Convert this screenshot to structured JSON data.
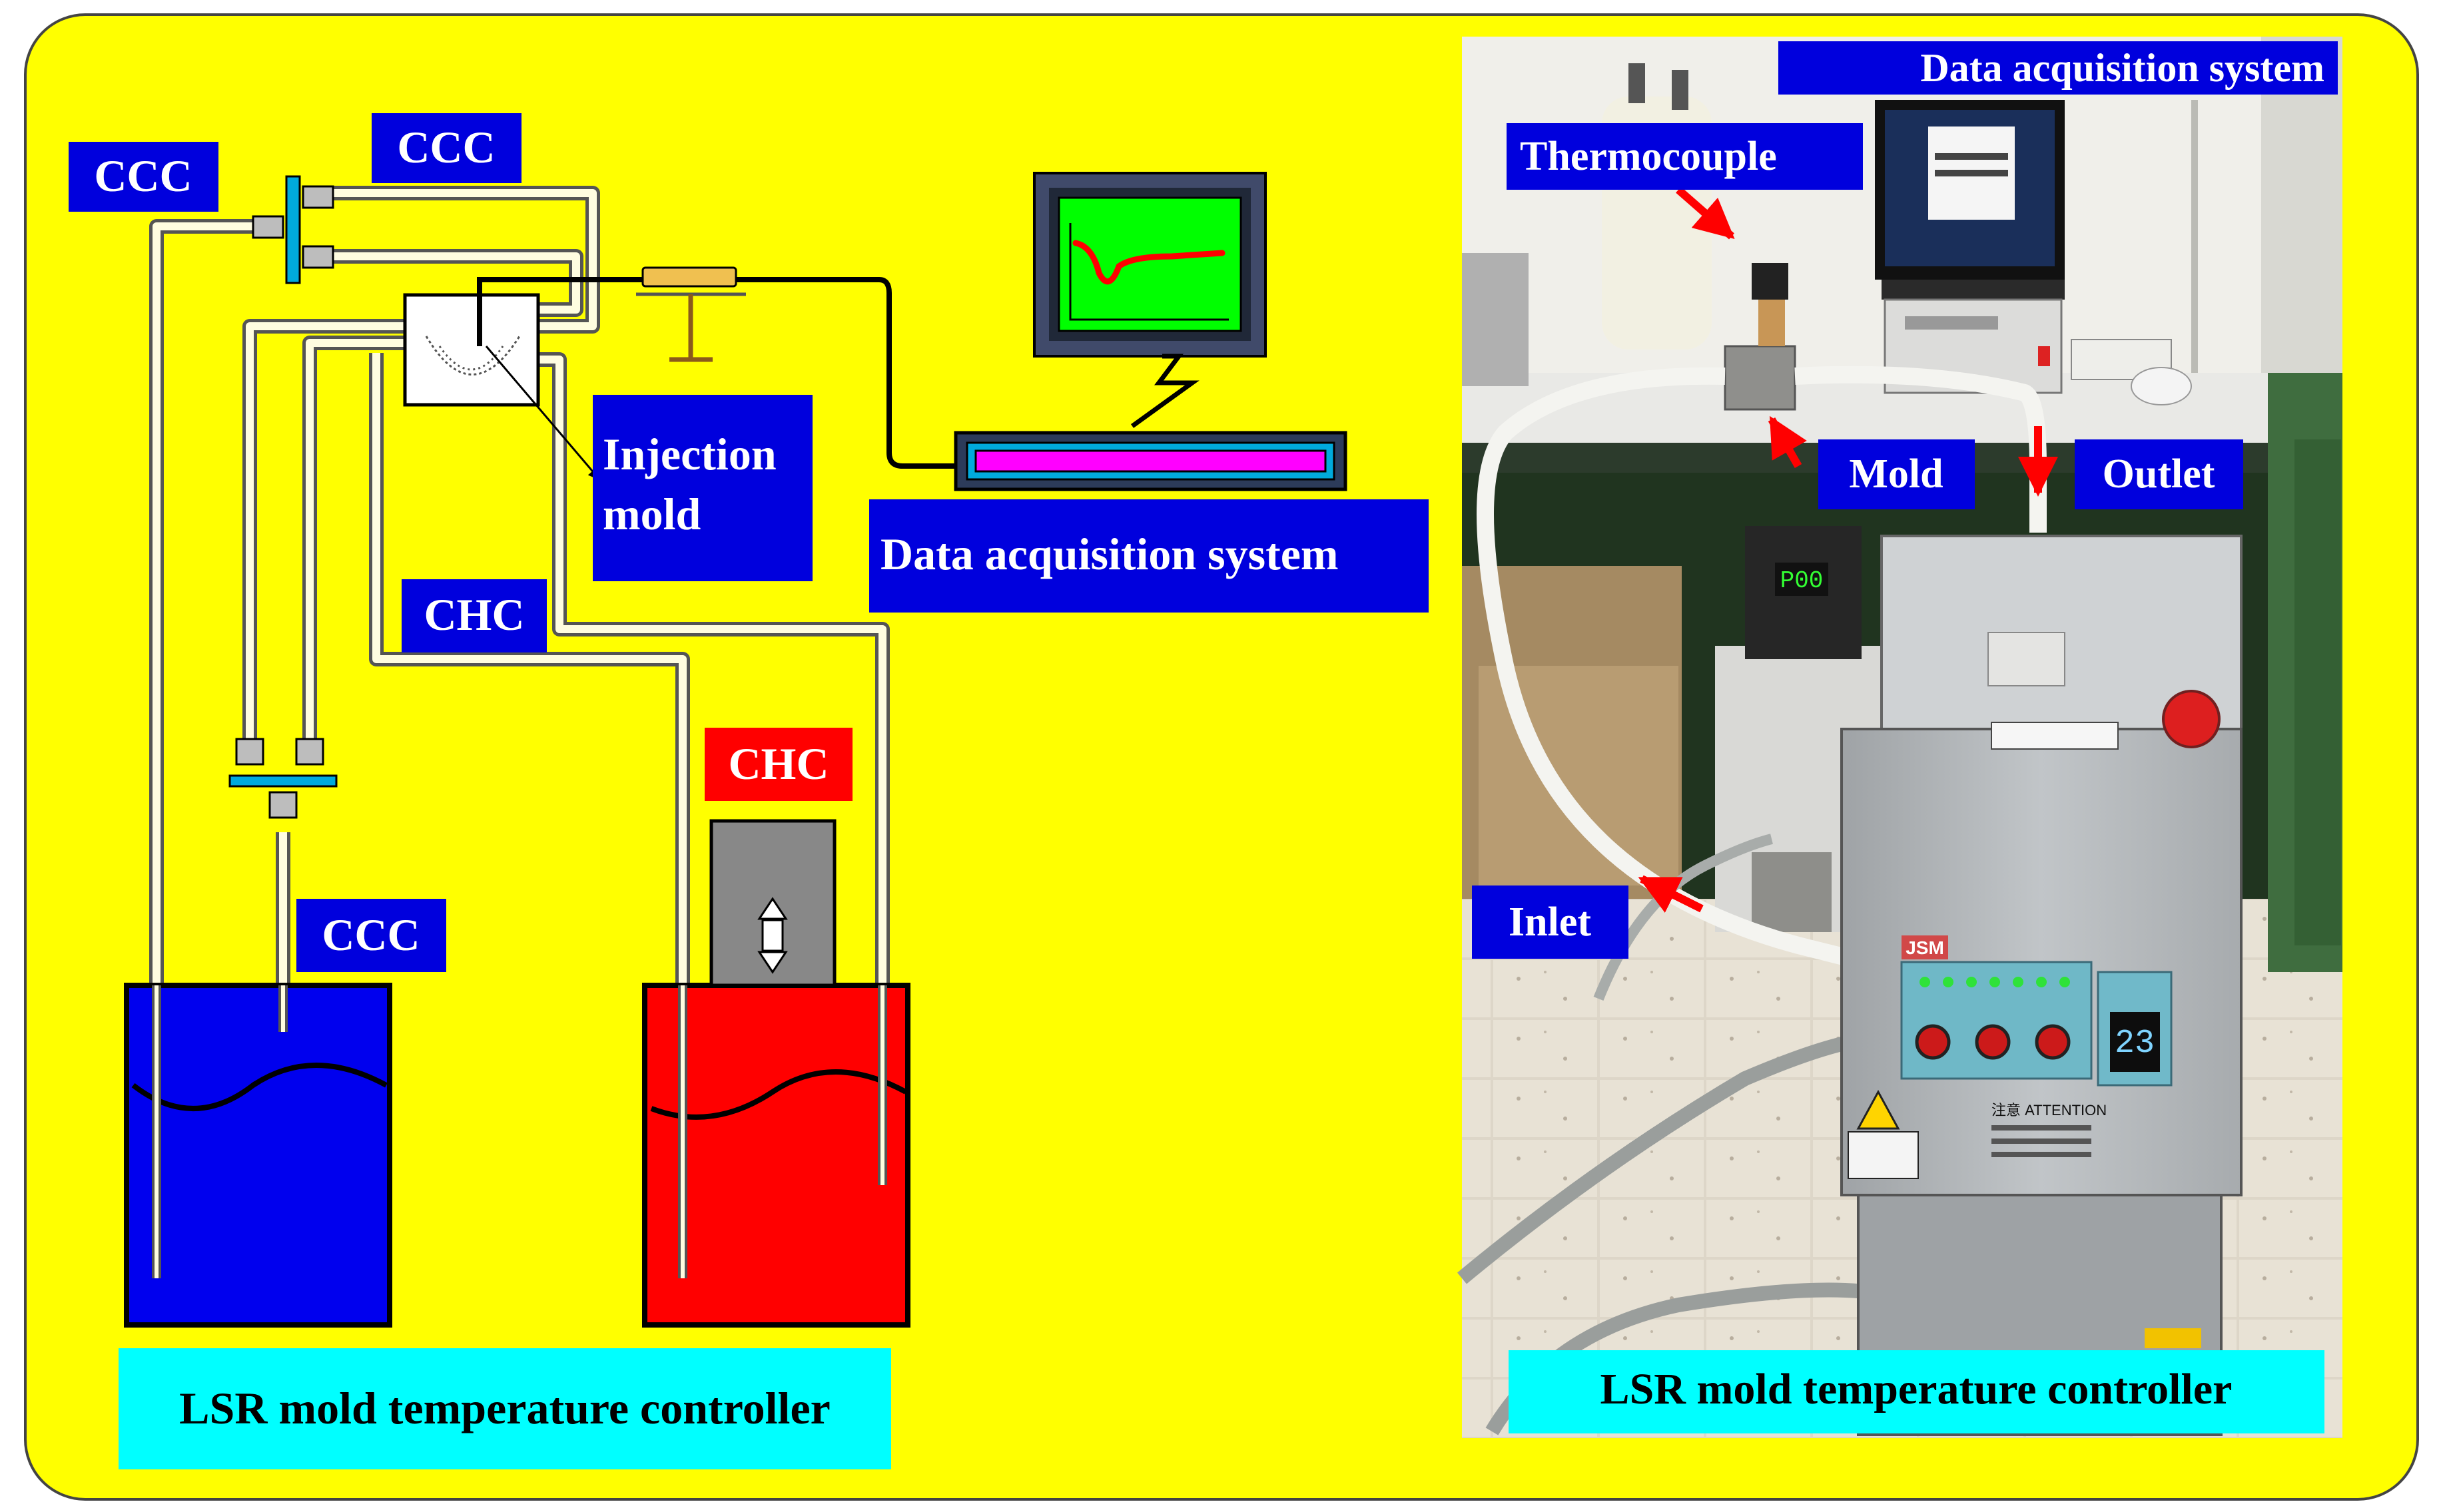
{
  "colors": {
    "background": "#ffff00",
    "label_blue": "#0000dd",
    "label_red": "#ff0000",
    "label_cyan": "#00ffff",
    "monitor_screen": "#00ff00",
    "daq_bar": "#ff00ff",
    "pipe": "#ffffff",
    "tank_blue": "#0000ee",
    "tank_red": "#ff0000",
    "arrow_red": "#ff0000"
  },
  "diagram": {
    "labels": {
      "ccc_top_left": "CCC",
      "ccc_top": "CCC",
      "ccc_bottom": "CCC",
      "chc_middle": "CHC",
      "chc_red": "CHC",
      "injection_mold_line1": "Injection",
      "injection_mold_line2": "mold",
      "data_acquisition": "Data acquisition system",
      "controller": "LSR mold temperature controller"
    },
    "icons": {
      "monitor": "monitor-icon",
      "daq_unit": "data-acquisition-unit-icon",
      "mold": "injection-mold-icon",
      "sensor": "thermocouple-sensor-icon",
      "tank_cold": "cold-tank-icon",
      "tank_hot": "hot-tank-icon",
      "lift": "up-down-arrow-icon"
    }
  },
  "photo": {
    "labels": {
      "data_acquisition": "Data acquisition system",
      "thermocouple": "Thermocouple",
      "mold": "Mold",
      "outlet": "Outlet",
      "inlet": "Inlet",
      "controller": "LSR mold temperature controller"
    },
    "machine_texts": {
      "brand": "JSM",
      "attention": "注意 ATTENTION",
      "display_value": "23",
      "chiller_value": "P00"
    }
  }
}
